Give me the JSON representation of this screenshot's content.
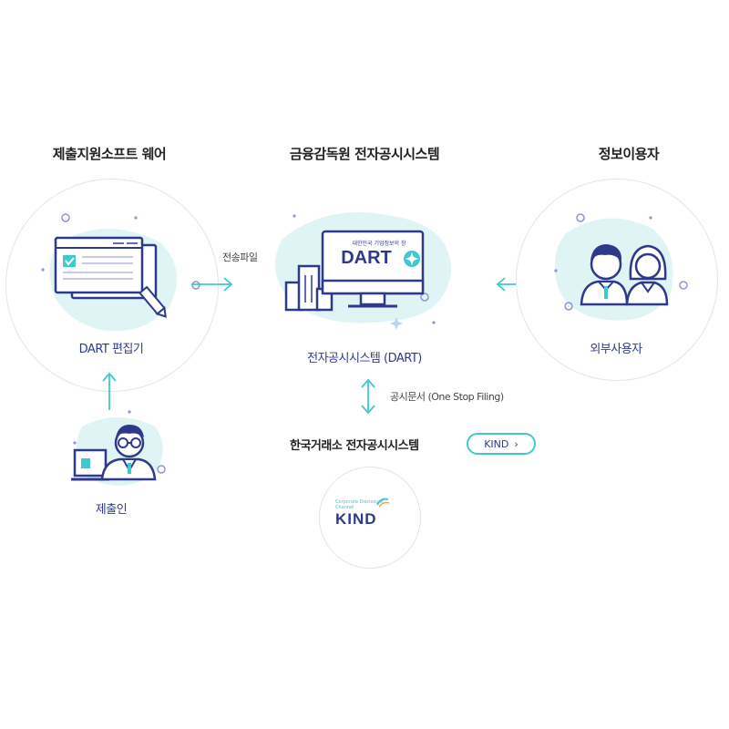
{
  "columns": {
    "left_title": "제출지원소프트 웨어",
    "center_title": "금융감독원 전자공시시스템",
    "right_title": "정보이용자"
  },
  "left": {
    "editor_label": "DART 편집기",
    "submitter_label": "제출인"
  },
  "center": {
    "transfer_label": "전송파일",
    "system_label": "전자공시시스템 (DART)",
    "monitor_caption": "대한민국 기업정보의 창",
    "logo_text": "DART",
    "filing_label": "공시문서 (One Stop Filing)",
    "krx_label": "한국거래소 전자공시시스템",
    "kind_button": "KIND",
    "kind_caption": "Corporate Disclosure Channel",
    "kind_logo": "KIND"
  },
  "right": {
    "users_label": "외부사용자"
  },
  "colors": {
    "navy": "#2d3a8c",
    "teal": "#3ec9d0",
    "blob": "#dff4f4"
  }
}
